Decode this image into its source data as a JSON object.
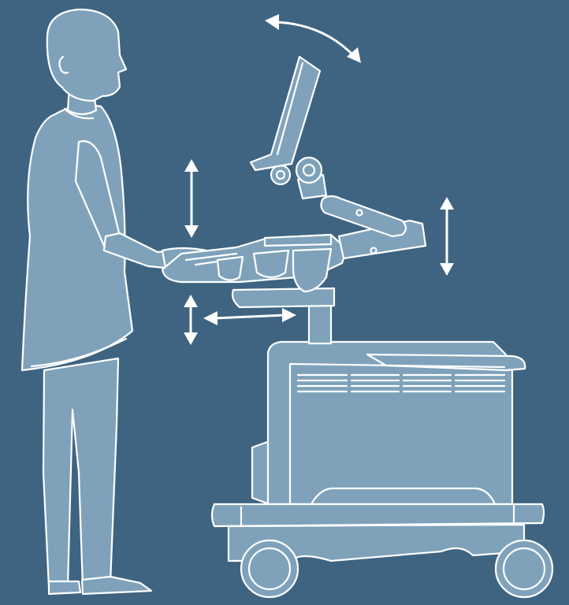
{
  "colors": {
    "background": "#3f6482",
    "figure_fill": "#7fa2ba",
    "outline": "#ffffff"
  },
  "illustration": {
    "subject": "ultrasound-cart-ergonomics",
    "elements": [
      "person",
      "ultrasound-cart",
      "monitor-arm",
      "control-panel",
      "adjustment-arrows"
    ],
    "adjustment_arrows": [
      {
        "name": "monitor-tilt-arrow",
        "kind": "curved-double"
      },
      {
        "name": "console-height-arrow-left",
        "kind": "vertical-double"
      },
      {
        "name": "monitor-height-arrow-right",
        "kind": "vertical-double"
      },
      {
        "name": "console-height-arrow-lower",
        "kind": "vertical-double"
      },
      {
        "name": "console-swivel-arrow",
        "kind": "horizontal-double"
      }
    ]
  }
}
